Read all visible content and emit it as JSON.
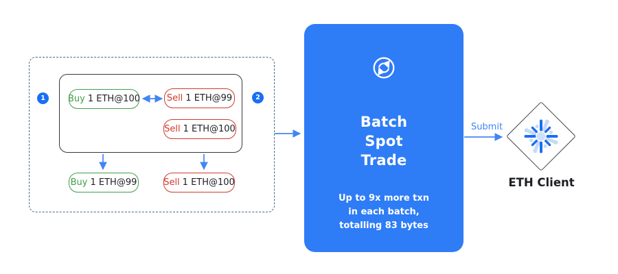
{
  "badges": {
    "step1": "1",
    "step2": "2"
  },
  "order_book": {
    "matched_buy": {
      "action": "Buy",
      "detail": "1 ETH@100"
    },
    "matched_sell": {
      "action": "Sell",
      "detail": "1 ETH@99"
    },
    "resting_sell": {
      "action": "Sell",
      "detail": "1 ETH@100"
    },
    "output_buy": {
      "action": "Buy",
      "detail": "1 ETH@99"
    },
    "output_sell": {
      "action": "Sell",
      "detail": "1 ETH@100"
    }
  },
  "batch_box": {
    "title_line1": "Batch",
    "title_line2": "Spot",
    "title_line3": "Trade",
    "note_line1": "Up to 9x more txn",
    "note_line2": "in each batch,",
    "note_line3": "totalling 83 bytes",
    "icon": "sync-icon"
  },
  "submit_arrow_label": "Submit",
  "eth_client": {
    "label": "ETH Client",
    "icon": "starburst-icon"
  },
  "colors": {
    "buy_green": "#3f9e48",
    "sell_red": "#d0392f",
    "arrow_blue": "#4285f4",
    "batch_blue": "#2e7cf6",
    "badge_blue": "#1a6ef5",
    "dashed_border": "#4a6585",
    "solid_border": "#34383c",
    "text_dark": "#202124"
  }
}
